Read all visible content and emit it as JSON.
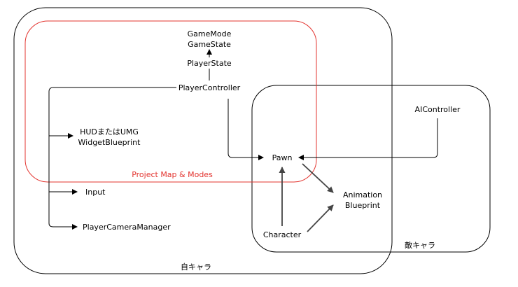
{
  "groups": {
    "player": {
      "label": "自キャラ",
      "border_color": "#000000"
    },
    "enemy": {
      "label": "敵キャラ",
      "border_color": "#000000"
    },
    "project": {
      "label": "Project Map & Modes",
      "border_color": "#e3342f"
    }
  },
  "nodes": {
    "gamemode": "GameMode",
    "gamestate": "GameState",
    "playerstate": "PlayerState",
    "playercontroller": "PlayerController",
    "hud_line1": "HUDまたはUMG",
    "hud_line2": "WidgetBlueprint",
    "input": "Input",
    "cameramanager": "PlayerCameraManager",
    "pawn": "Pawn",
    "aicontroller": "AIController",
    "anim_line1": "Animation",
    "anim_line2": "Blueprint",
    "character": "Character"
  },
  "colors": {
    "edge": "#000000",
    "edge_gray": "#444444",
    "accent": "#e3342f"
  }
}
